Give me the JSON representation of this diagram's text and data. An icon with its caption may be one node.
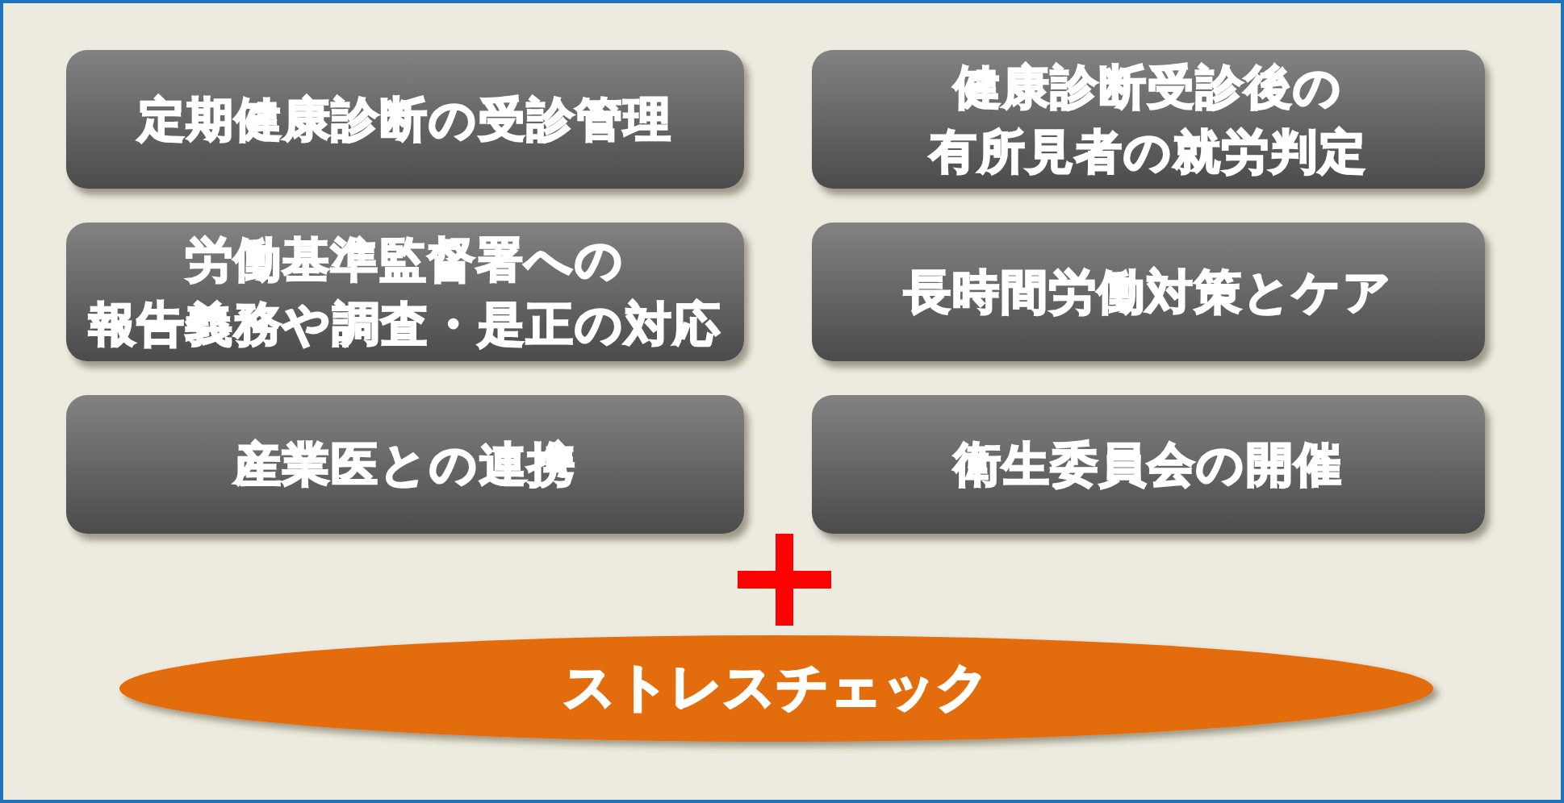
{
  "diagram": {
    "nodes": [
      {
        "text": [
          "定期健康診断の受診管理"
        ]
      },
      {
        "text": [
          "健康診断受診後の有所見者の就労判定"
        ]
      },
      {
        "text": [
          "労働基準監督署への報告義務や調査・是正の対応"
        ]
      },
      {
        "text": [
          "長時間労働対策とケア"
        ]
      },
      {
        "text": [
          "産業医との連携"
        ]
      },
      {
        "text": [
          "衛生委員会の開催"
        ]
      },
      {
        "text": [
          "ストレスチェック"
        ]
      }
    ]
  }
}
